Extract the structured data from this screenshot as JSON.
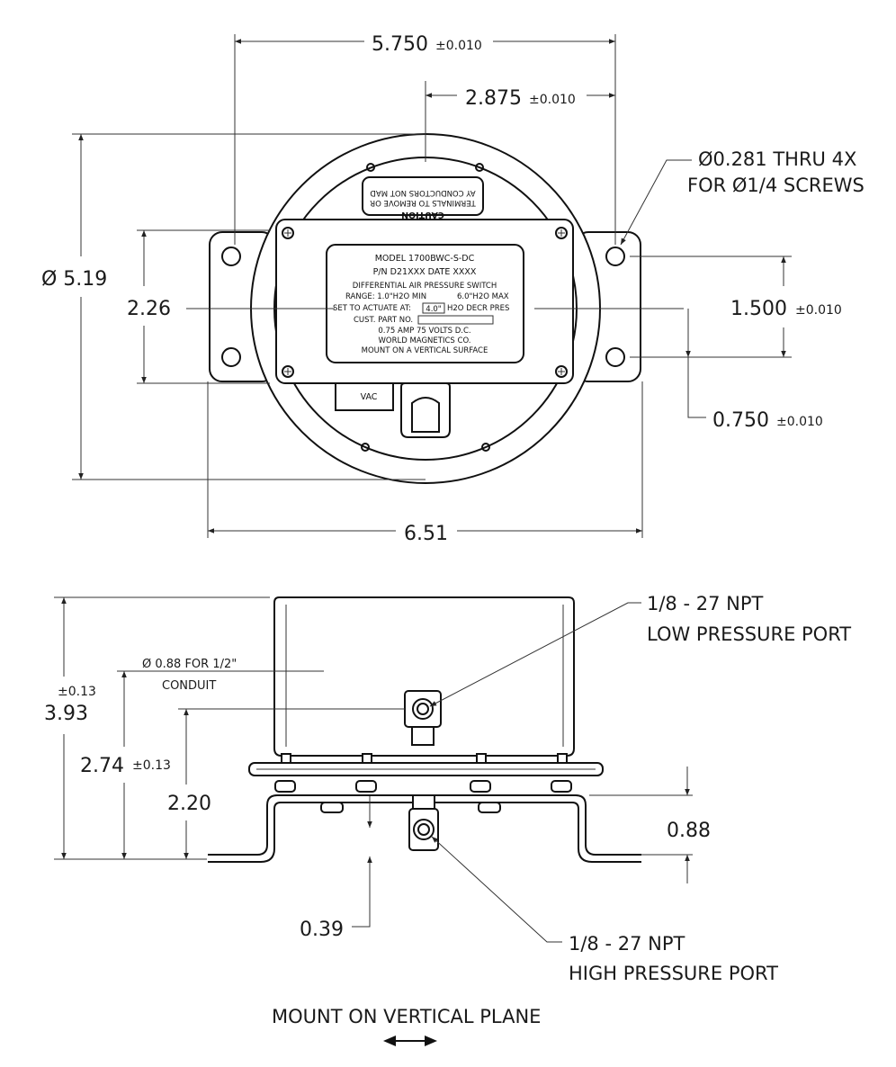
{
  "top_view": {
    "dim_overall_width": {
      "value": "5.750",
      "tol": "±0.010"
    },
    "dim_half_width": {
      "value": "2.875",
      "tol": "±0.010"
    },
    "dim_diameter": "Ø 5.19",
    "dim_hole_span_left": "2.26",
    "dim_hole_span_right": {
      "value": "1.500",
      "tol": "±0.010"
    },
    "dim_hole_offset": {
      "value": "0.750",
      "tol": "±0.010"
    },
    "dim_flange_width": "6.51",
    "hole_note_line1": "Ø0.281 THRU  4X",
    "hole_note_line2": "FOR Ø1/4 SCREWS",
    "caution_label": "CAUTION",
    "caution_line1": "TERMINALS TO REMOVE OR",
    "caution_line2": "AY CONDUCTORS NOT MAD",
    "plate": {
      "model": "MODEL 1700BWC-S-DC",
      "pn": "P/N D21XXX     DATE XXXX",
      "desc": "DIFFERENTIAL AIR PRESSURE SWITCH",
      "range_min": "RANGE: 1.0\"H2O MIN",
      "range_max": "6.0\"H2O MAX",
      "set_label": "SET TO ACTUATE AT:",
      "set_value": "4.0\"",
      "set_suffix": "H2O DECR PRES",
      "cust_part": "CUST. PART NO.",
      "rating": "0.75 AMP  75 VOLTS D.C.",
      "maker": "WORLD MAGNETICS CO.",
      "mount": "MOUNT ON A VERTICAL SURFACE"
    },
    "vac_label": "VAC"
  },
  "side_view": {
    "dim_height_tol": "±0.13",
    "dim_height": "3.93",
    "dim_conduit_height": "2.74",
    "dim_conduit_tol": "±0.13",
    "dim_low_port_height": "2.20",
    "dim_bracket_offset": "0.88",
    "dim_bracket_thickness": "0.39",
    "conduit_line1": "Ø 0.88 FOR 1/2\"",
    "conduit_line2": "CONDUIT",
    "low_port_line1": "1/8 - 27 NPT",
    "low_port_line2": "LOW PRESSURE PORT",
    "high_port_line1": "1/8 - 27 NPT",
    "high_port_line2": "HIGH PRESSURE PORT"
  },
  "mount_note": "MOUNT ON VERTICAL PLANE",
  "icons": [
    "double-arrow-icon",
    "screw-icon"
  ]
}
